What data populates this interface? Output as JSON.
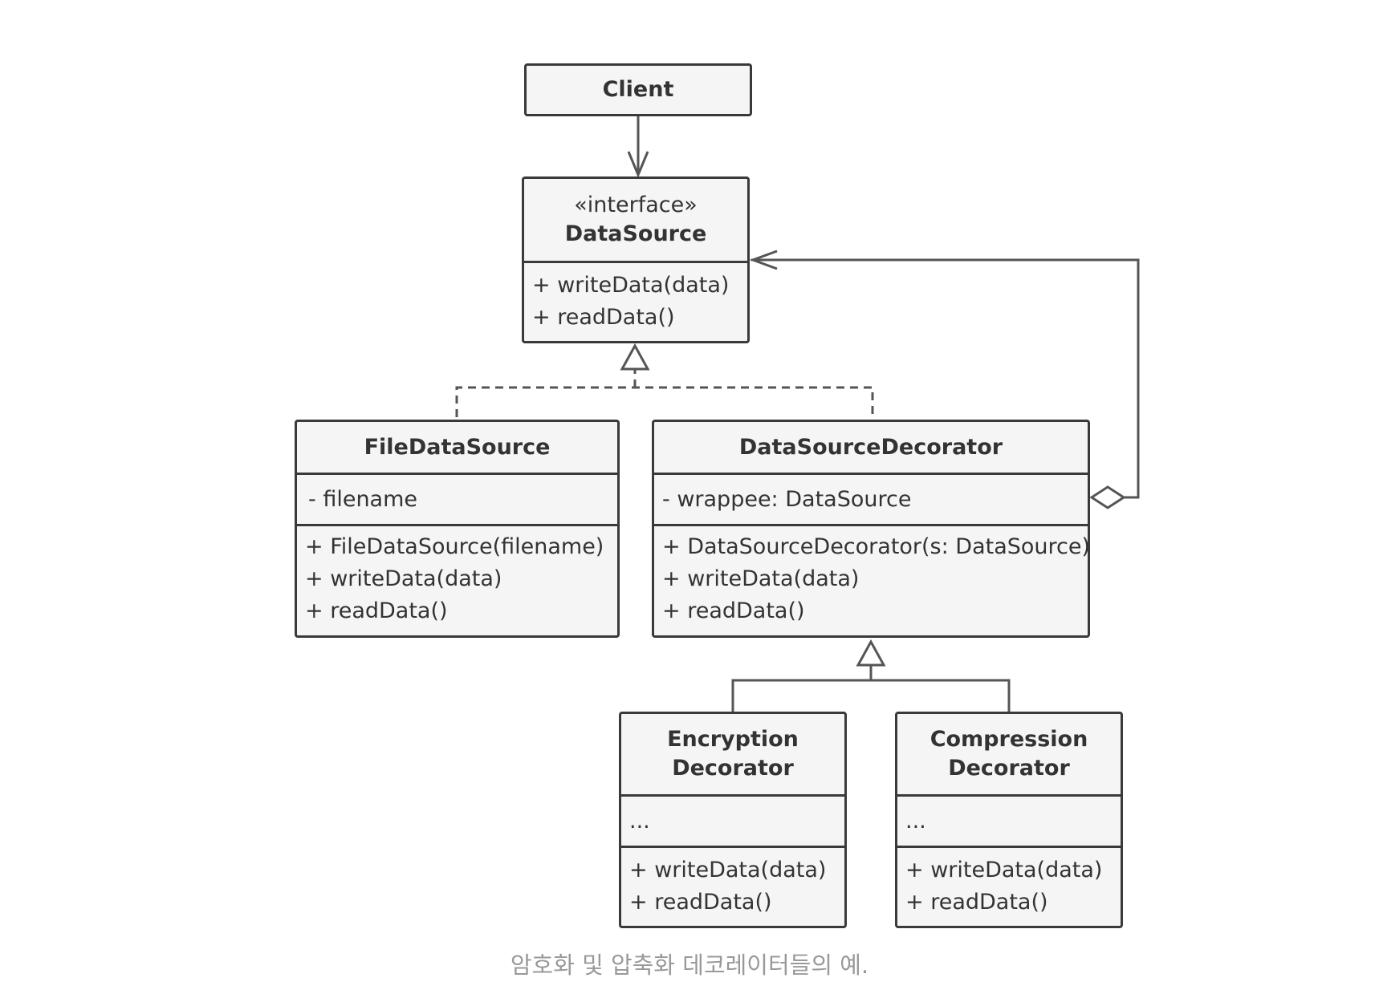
{
  "diagram": {
    "client": {
      "name": "Client"
    },
    "data_source": {
      "stereotype": "«interface»",
      "name": "DataSource",
      "methods": [
        "+ writeData(data)",
        "+ readData()"
      ]
    },
    "file_data_source": {
      "name": "FileDataSource",
      "fields": [
        "- filename"
      ],
      "methods": [
        "+ FileDataSource(filename)",
        "+ writeData(data)",
        "+ readData()"
      ]
    },
    "data_source_decorator": {
      "name": "DataSourceDecorator",
      "fields": [
        "- wrappee: DataSource"
      ],
      "methods": [
        "+ DataSourceDecorator(s: DataSource)",
        "+ writeData(data)",
        "+ readData()"
      ]
    },
    "encryption_decorator": {
      "name_line1": "Encryption",
      "name_line2": "Decorator",
      "fields": [
        "..."
      ],
      "methods": [
        "+ writeData(data)",
        "+ readData()"
      ]
    },
    "compression_decorator": {
      "name_line1": "Compression",
      "name_line2": "Decorator",
      "fields": [
        "..."
      ],
      "methods": [
        "+ writeData(data)",
        "+ readData()"
      ]
    }
  },
  "caption": "암호화 및 압축화 데코레이터들의 예."
}
